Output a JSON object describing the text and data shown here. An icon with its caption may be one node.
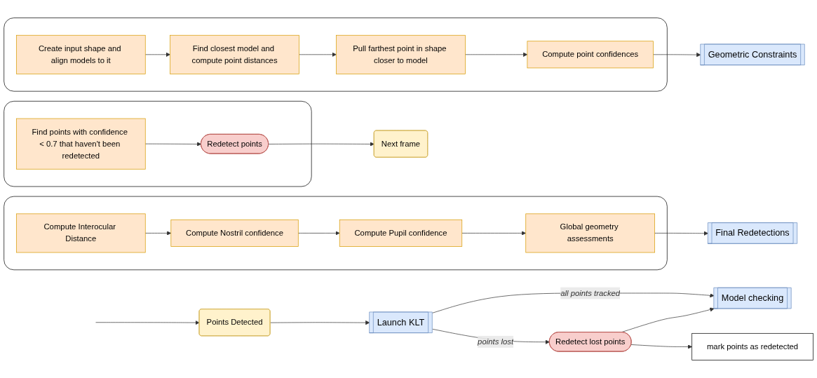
{
  "diagram": {
    "nodes": [
      {
        "text": [
          "Points Detected"
        ]
      },
      {
        "text": [
          "Launch KLT"
        ]
      },
      {
        "text": [
          "Redetect lost points"
        ]
      },
      {
        "text": [
          "mark points as redetected"
        ]
      },
      {
        "text": [
          "Model checking"
        ]
      },
      {
        "text": [],
        "shape": "box"
      },
      {
        "text": [
          "Create input shape and align models to it"
        ],
        "in": 5
      },
      {
        "text": [
          "Find closest model and compute point distances"
        ],
        "in": 5
      },
      {
        "text": [
          "Pull farthest point in shape closer to model"
        ],
        "in": 5
      },
      {
        "text": [
          "Compute point confidences"
        ],
        "in": 5
      },
      {
        "text": [
          "Geometric Constraints"
        ]
      },
      {
        "text": [],
        "shape": "box"
      },
      {
        "text": [
          "Compute Interocular Distance"
        ],
        "in": 11
      },
      {
        "text": [
          "Compute Nostril confidence"
        ],
        "in": 11
      },
      {
        "text": [
          "Compute Pupil confidence"
        ],
        "in": 11
      },
      {
        "text": [
          "Global geometry assessments"
        ],
        "in": 11
      },
      {
        "text": [
          "Final Redetections"
        ]
      },
      {
        "text": [],
        "shape": "box"
      },
      {
        "text": [
          "Find points with confidence < 0.7 that haven't been redetected"
        ],
        "in": 17
      },
      {
        "text": [
          "Redetect points"
        ],
        "in": 17
      },
      {
        "text": [
          "Next frame"
        ]
      }
    ],
    "edges": [
      {
        "from": null,
        "to": 0,
        "arrow": "to"
      },
      {
        "from": 0,
        "to": 1,
        "arrow": "to"
      },
      {
        "from": 1,
        "to": 4,
        "arrow": "to",
        "label": "all points tracked"
      },
      {
        "from": 1,
        "to": 2,
        "arrow": "to",
        "label": "points lost"
      },
      {
        "from": 2,
        "to": 4,
        "arrow": "to"
      },
      {
        "from": 2,
        "to": 3,
        "arrow": "to"
      },
      {
        "from": 6,
        "to": 7,
        "arrow": "to"
      },
      {
        "from": 7,
        "to": 8,
        "arrow": "to"
      },
      {
        "from": 8,
        "to": 9,
        "arrow": "to"
      },
      {
        "from": 9,
        "to": 10,
        "arrow": "to"
      },
      {
        "from": 12,
        "to": 13,
        "arrow": "to"
      },
      {
        "from": 13,
        "to": 14,
        "arrow": "to"
      },
      {
        "from": 14,
        "to": 15,
        "arrow": "to"
      },
      {
        "from": 15,
        "to": 16,
        "arrow": "to"
      },
      {
        "from": 18,
        "to": 19,
        "arrow": "to"
      },
      {
        "from": 19,
        "to": 20,
        "arrow": "to"
      }
    ]
  }
}
